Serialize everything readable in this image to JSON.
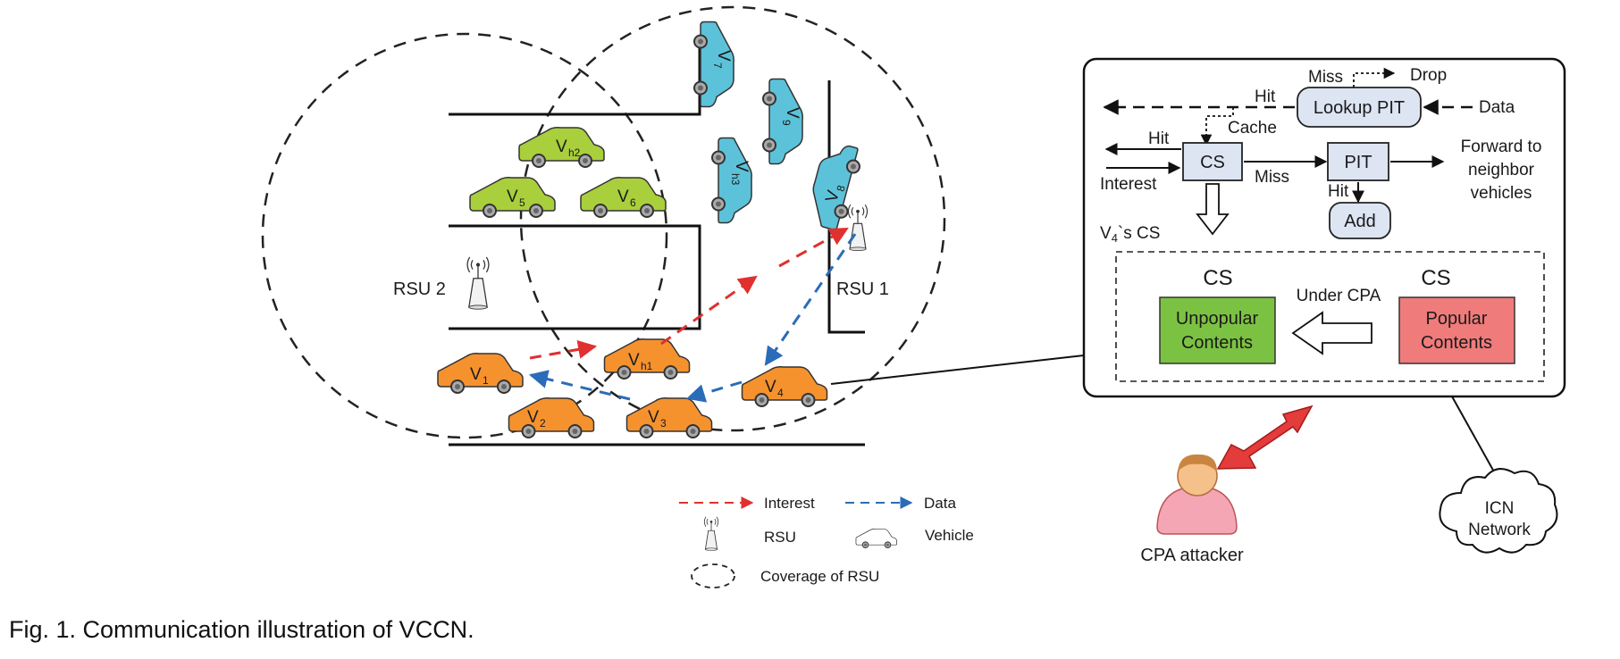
{
  "caption": "Fig. 1. Communication illustration of VCCN.",
  "colors": {
    "orange_vehicle": "#f5922e",
    "green_vehicle": "#a9cf3c",
    "blue_vehicle": "#5cc2d9",
    "interest_arrow": "#e03030",
    "data_arrow": "#2a6cb8",
    "unpopular_box": "#7cc242",
    "popular_box": "#f07b7b",
    "node_box": "#dde5f3",
    "attacker_arrow": "#e43b3b"
  },
  "street": {
    "rsu1_label": "RSU 1",
    "rsu2_label": "RSU 2",
    "vehicles": [
      {
        "id": "v1",
        "main": "V",
        "sub": "1",
        "color": "orange"
      },
      {
        "id": "vh1",
        "main": "V",
        "sub": "h1",
        "color": "orange"
      },
      {
        "id": "v2",
        "main": "V",
        "sub": "2",
        "color": "orange"
      },
      {
        "id": "v3",
        "main": "V",
        "sub": "3",
        "color": "orange"
      },
      {
        "id": "v4",
        "main": "V",
        "sub": "4",
        "color": "orange"
      },
      {
        "id": "vh2",
        "main": "V",
        "sub": "h2",
        "color": "green"
      },
      {
        "id": "v5",
        "main": "V",
        "sub": "5",
        "color": "green"
      },
      {
        "id": "v6",
        "main": "V",
        "sub": "6",
        "color": "green"
      },
      {
        "id": "v7",
        "main": "V",
        "sub": "7",
        "color": "blue"
      },
      {
        "id": "v9",
        "main": "V",
        "sub": "9",
        "color": "blue"
      },
      {
        "id": "vh3",
        "main": "V",
        "sub": "h3",
        "color": "blue"
      },
      {
        "id": "v8",
        "main": "V",
        "sub": "8",
        "color": "blue"
      }
    ]
  },
  "legend": {
    "interest": "Interest",
    "data": "Data",
    "rsu": "RSU",
    "vehicle": "Vehicle",
    "coverage": "Coverage of RSU"
  },
  "detail": {
    "miss_top": "Miss",
    "drop": "Drop",
    "hit_top": "Hit",
    "lookup_pit": "Lookup PIT",
    "data_in": "Data",
    "cache": "Cache",
    "hit_left": "Hit",
    "cs": "CS",
    "interest_in": "Interest",
    "miss_mid": "Miss",
    "pit": "PIT",
    "forward_line1": "Forward to",
    "forward_line2": "neighbor",
    "forward_line3": "vehicles",
    "hit_add": "Hit",
    "add": "Add",
    "v4_cs_main": "V",
    "v4_cs_sub": "4",
    "v4_cs_rest": "`s CS",
    "cs_left_title": "CS",
    "cs_right_title": "CS",
    "under_cpa": "Under CPA",
    "unpopular_line1": "Unpopular",
    "unpopular_line2": "Contents",
    "popular_line1": "Popular",
    "popular_line2": "Contents"
  },
  "attacker_label": "CPA attacker",
  "icn_line1": "ICN",
  "icn_line2": "Network"
}
